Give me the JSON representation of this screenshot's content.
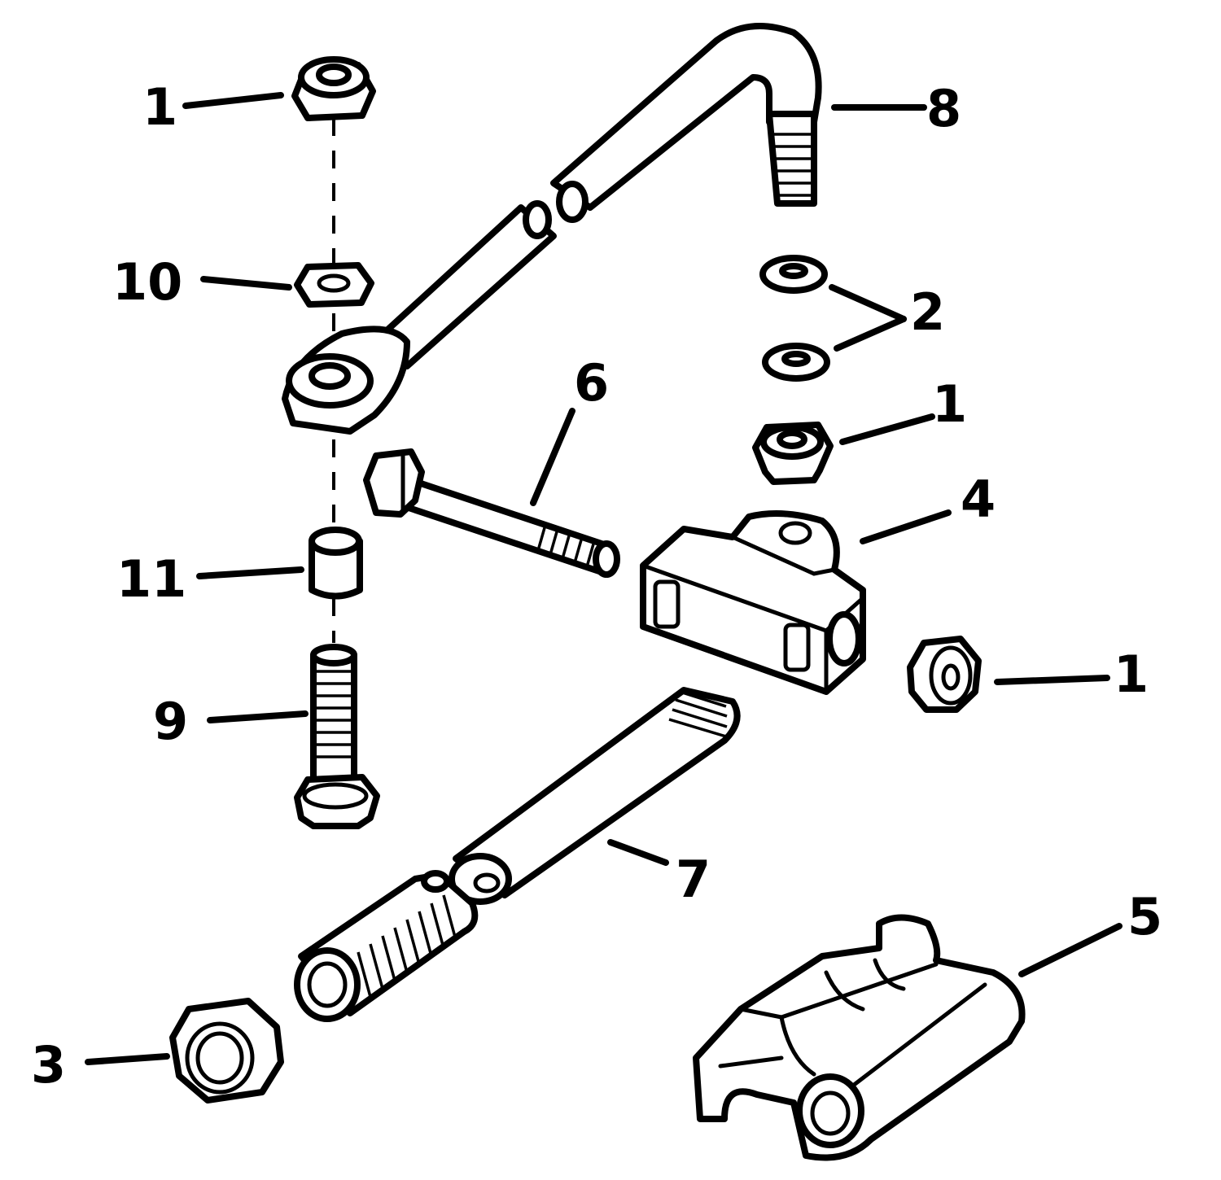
{
  "callouts": {
    "c1_top": "1",
    "c10": "10",
    "c11": "11",
    "c9": "9",
    "c3": "3",
    "c6": "6",
    "c7": "7",
    "c8": "8",
    "c2": "2",
    "c1_mid": "1",
    "c4": "4",
    "c1_right": "1",
    "c5": "5"
  },
  "colors": {
    "ink": "#000000",
    "paper": "#ffffff"
  }
}
